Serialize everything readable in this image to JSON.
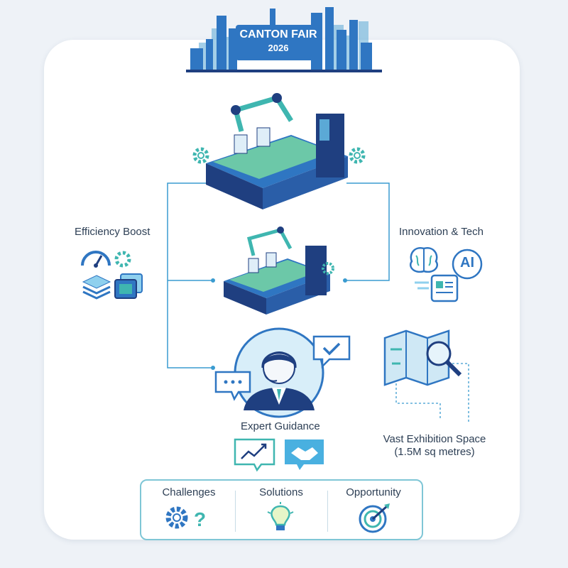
{
  "banner": {
    "line1": "CANTON FAIR",
    "line2": "2026"
  },
  "features": {
    "efficiency": "Efficiency Boost",
    "innovation": "Innovation & Tech",
    "ai_badge": "AI",
    "expert": "Expert Guidance",
    "space_line1": "Vast Exhibition Space",
    "space_line2": "(1.5M sq metres)"
  },
  "bottom": {
    "challenges": "Challenges",
    "solutions": "Solutions",
    "opportunity": "Opportunity"
  },
  "colors": {
    "navy": "#1f3f80",
    "blue": "#2f76c2",
    "teal": "#3fb6b0",
    "light": "#cfe8f5",
    "line": "#3a9bd0"
  }
}
